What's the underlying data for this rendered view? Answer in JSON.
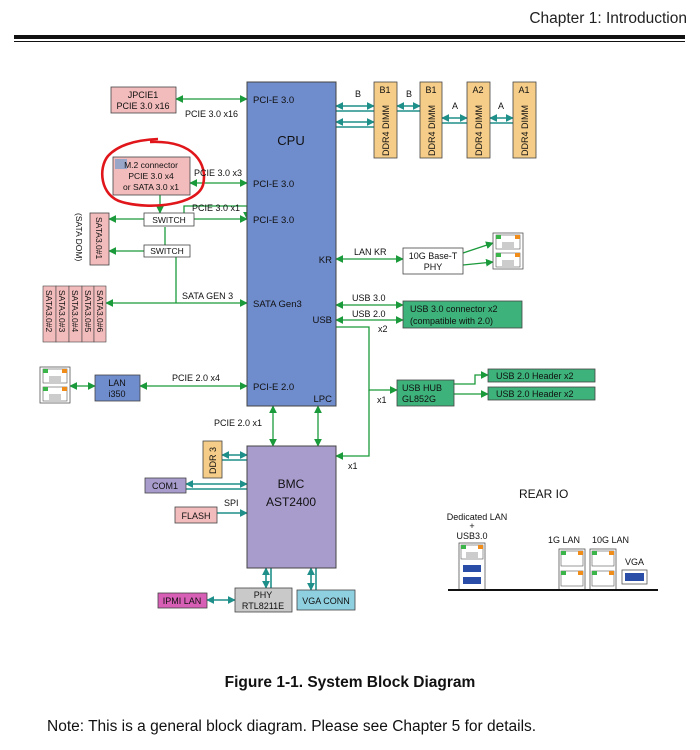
{
  "header": {
    "chapter": "Chapter 1: Introduction"
  },
  "diagram": {
    "cpu": {
      "label": "CPU",
      "pcie1": "PCI-E 3.0",
      "pcie2": "PCI-E 3.0",
      "pcie3": "PCI-E 3.0",
      "kr": "KR",
      "sata": "SATA Gen3",
      "usb": "USB",
      "pcie20": "PCI-E 2.0",
      "lpc": "LPC"
    },
    "bmc": {
      "line1": "BMC",
      "line2": "AST2400"
    },
    "jpcie": {
      "line1": "JPCIE1",
      "line2": "PCIE 3.0 x16"
    },
    "m2": {
      "line1": "M.2 connector",
      "line2": "PCIE 3.0 x4",
      "line3": "or SATA 3.0 x1"
    },
    "switch1": "SWITCH",
    "switch2": "SWITCH",
    "sata_dom": {
      "port": "SATA3.0#1",
      "label": "(SATA DOM)"
    },
    "sata_ports": [
      "SATA3.0#2",
      "SATA3.0#3",
      "SATA3.0#4",
      "SATA3.0#5",
      "SATA3.0#6"
    ],
    "lan_i350": {
      "line1": "LAN",
      "line2": "i350"
    },
    "phy_10g": {
      "line1": "10G Base-T",
      "line2": "PHY"
    },
    "usb3_conn": {
      "line1": "USB 3.0 connector x2",
      "line2": "(compatible with 2.0)"
    },
    "usb_hub": {
      "line1": "USB HUB",
      "line2": "GL852G"
    },
    "usb2_headers": [
      "USB 2.0 Header x2",
      "USB 2.0 Header x2"
    ],
    "ddr3": "DDR 3",
    "com1": "COM1",
    "flash": "FLASH",
    "spi": "SPI",
    "ipmi_lan": "IPMI LAN",
    "phy_rtl": {
      "line1": "PHY",
      "line2": "RTL8211E"
    },
    "vga_conn": "VGA CONN",
    "dimms": [
      {
        "label": "B1",
        "type": "DDR4 DIMM"
      },
      {
        "label": "B1",
        "type": "DDR4 DIMM"
      },
      {
        "label": "A2",
        "type": "DDR4 DIMM"
      },
      {
        "label": "A1",
        "type": "DDR4 DIMM"
      }
    ],
    "channel_labels": [
      "B",
      "B",
      "A",
      "A"
    ],
    "link_labels": {
      "pcie_x16": "PCIE 3.0 x16",
      "pcie_x3": "PCIE 3.0 x3",
      "pcie_x1": "PCIE 3.0 x1",
      "sata_gen3": "SATA GEN 3",
      "pcie20_x4": "PCIE 2.0 x4",
      "pcie20_x1": "PCIE 2.0 x1",
      "lan_kr": "LAN KR",
      "usb30": "USB 3.0",
      "usb20": "USB 2.0",
      "x2": "x2",
      "x1_hub": "x1",
      "x1_bmc": "x1"
    },
    "rear_io": {
      "title": "REAR IO",
      "dedicated_lan": [
        "Dedicated LAN",
        "+",
        "USB3.0"
      ],
      "lan_1g": "1G LAN",
      "lan_10g": "10G LAN",
      "vga": "VGA"
    }
  },
  "figure": {
    "caption": "Figure 1-1.  System Block Diagram",
    "note": "Note: This is a general block diagram. Please see Chapter 5 for details."
  }
}
